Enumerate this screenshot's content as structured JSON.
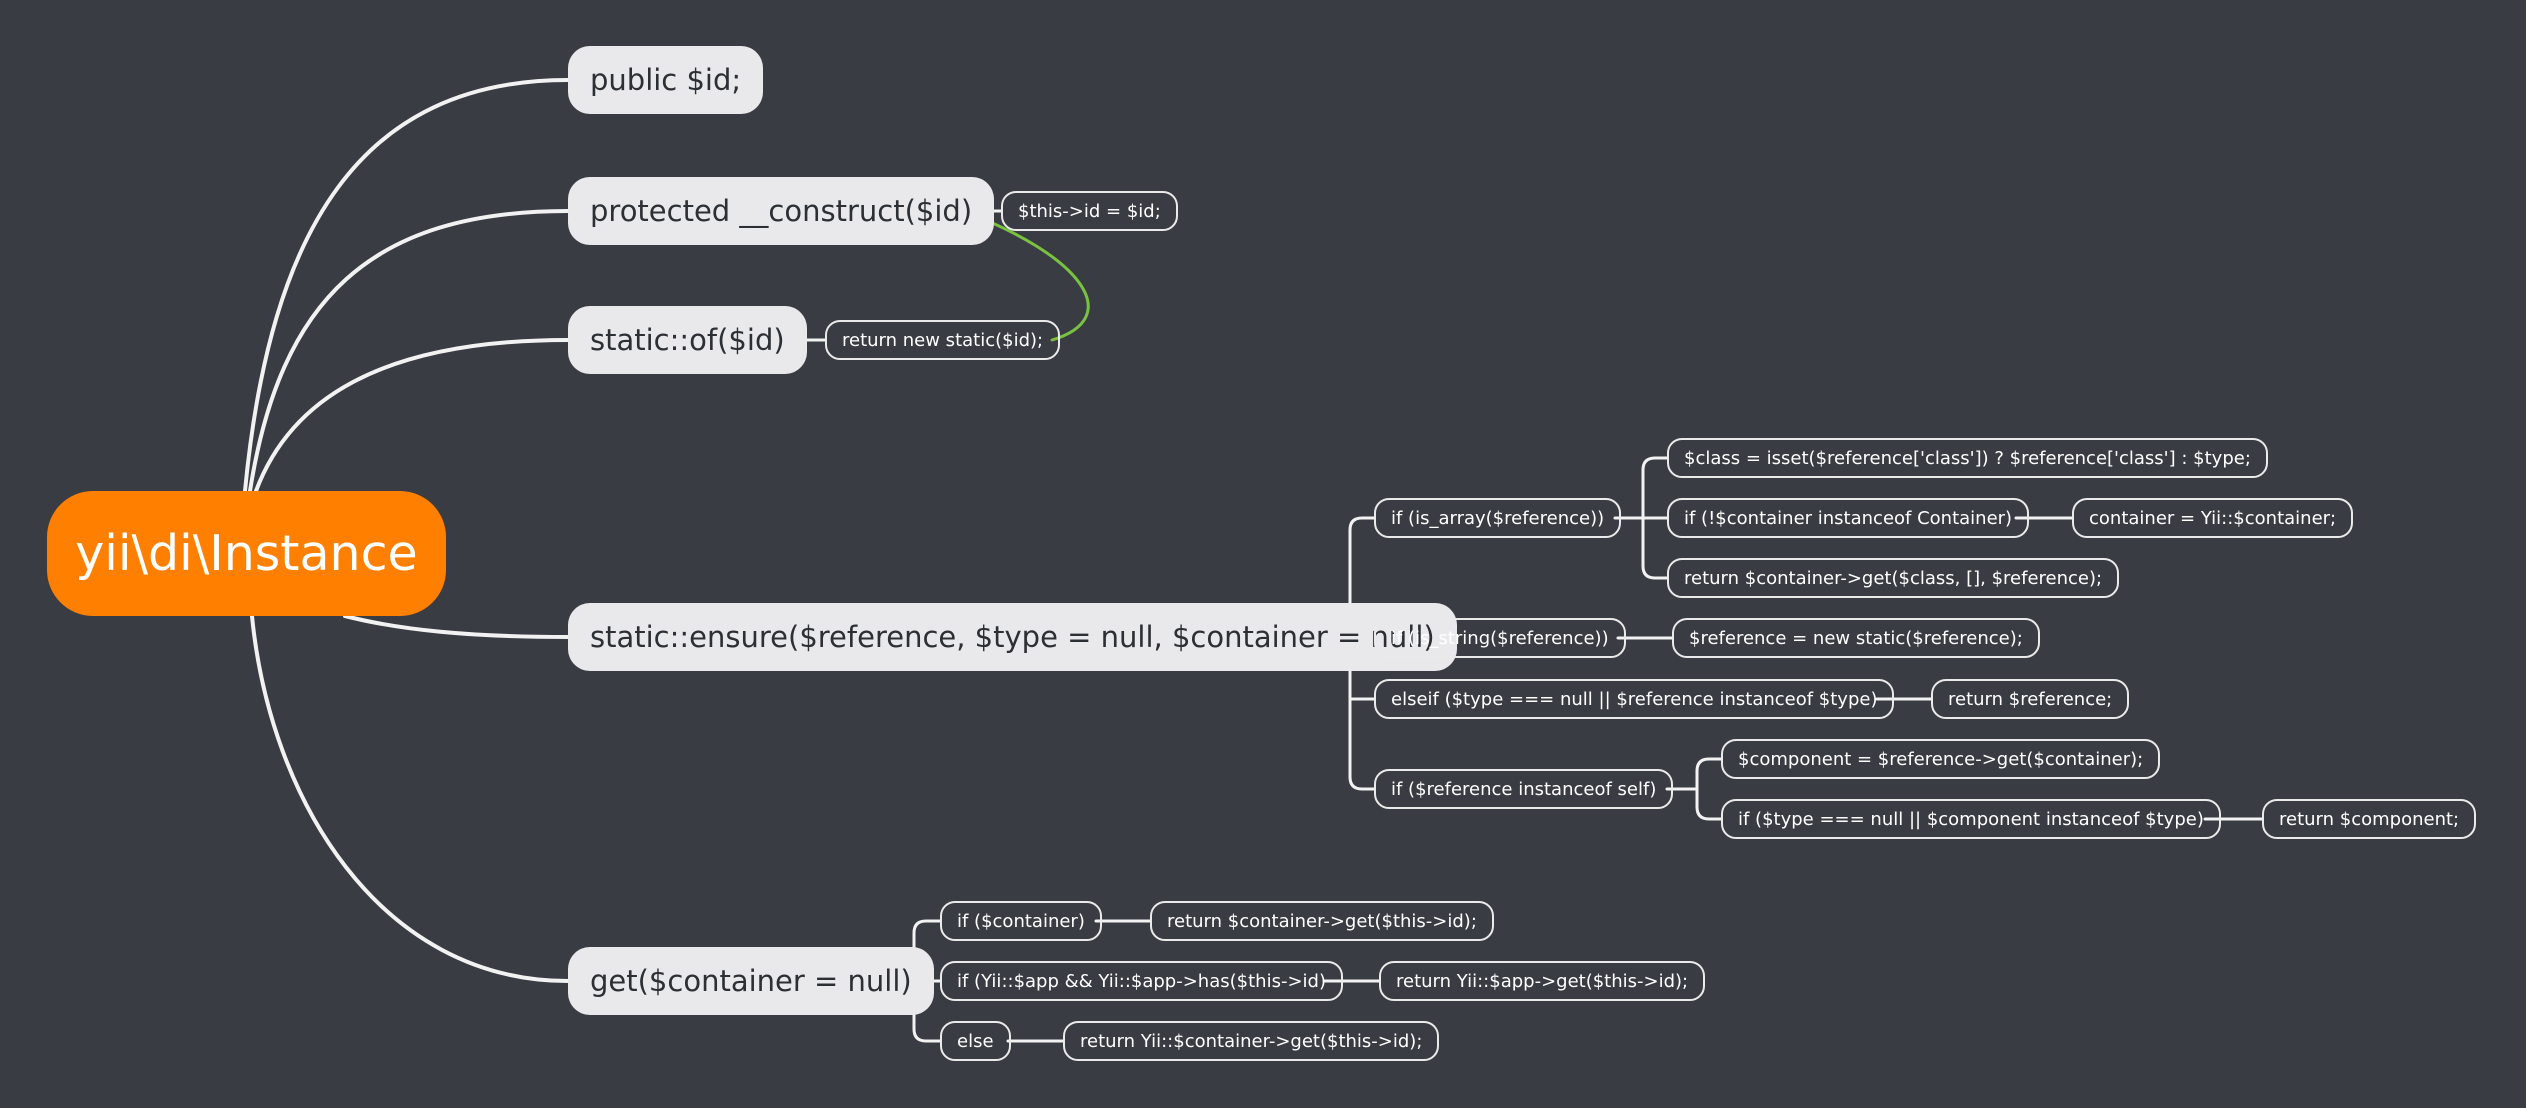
{
  "colors": {
    "background": "#393c42",
    "root": "#ff8000",
    "topic": "#e9e9eb",
    "branch_line": "#f2f2f2",
    "relationship": "#7ac142"
  },
  "root": {
    "label": "yii\\di\\Instance"
  },
  "topics": {
    "public_id": "public $id;",
    "construct": "protected  __construct($id)",
    "of": "static::of($id)",
    "ensure": "static::ensure($reference, $type = null, $container = null)",
    "get": "get($container = null)"
  },
  "subtopics": {
    "this_id": "$this->id = $id;",
    "return_static": "return new static($id);",
    "if_is_array": "if (is_array($reference))",
    "class_assign": "$class = isset($reference['class']) ? $reference['class'] : $type;",
    "if_not_container": "if (!$container instanceof Container)",
    "container_yii": "container = Yii::$container;",
    "return_container_get": "return $container->get($class, [], $reference);",
    "if_is_string": "if (is_string($reference))",
    "reference_new_static": "$reference = new static($reference);",
    "elseif_type": "elseif ($type === null || $reference instanceof $type)",
    "return_reference": "return $reference;",
    "if_instanceof_self": "if ($reference instanceof self)",
    "component_assign": "$component = $reference->get($container);",
    "if_type_component": "if ($type === null || $component instanceof $type)",
    "return_component": "return $component;",
    "if_container": "if ($container)",
    "return_container_this": "return $container->get($this->id);",
    "if_yii_app": "if (Yii::$app && Yii::$app->has($this->id)",
    "return_app_get": "return Yii::$app->get($this->id);",
    "else": "else",
    "return_yii_container": "return Yii::$container->get($this->id);"
  }
}
